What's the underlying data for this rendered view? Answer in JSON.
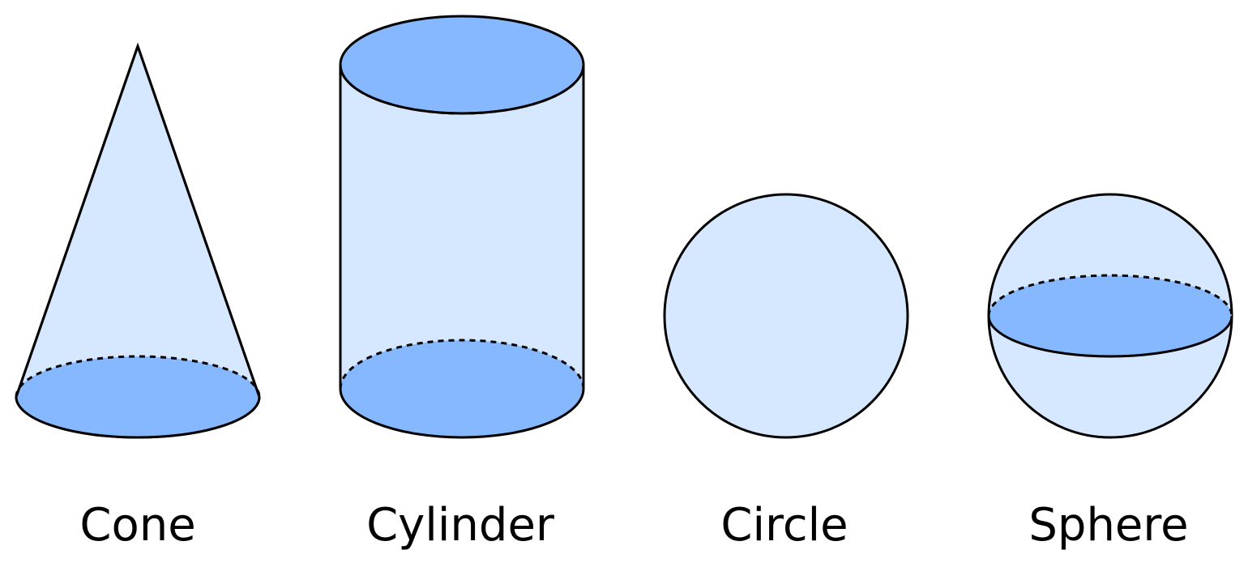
{
  "colors": {
    "fill_light": "#D6E8FF",
    "fill_dark": "#85B8FF",
    "stroke": "#000000",
    "background": "#FFFFFF"
  },
  "shapes": [
    {
      "name": "cone",
      "label": "Cone"
    },
    {
      "name": "cylinder",
      "label": "Cylinder"
    },
    {
      "name": "circle",
      "label": "Circle"
    },
    {
      "name": "sphere",
      "label": "Sphere"
    }
  ]
}
